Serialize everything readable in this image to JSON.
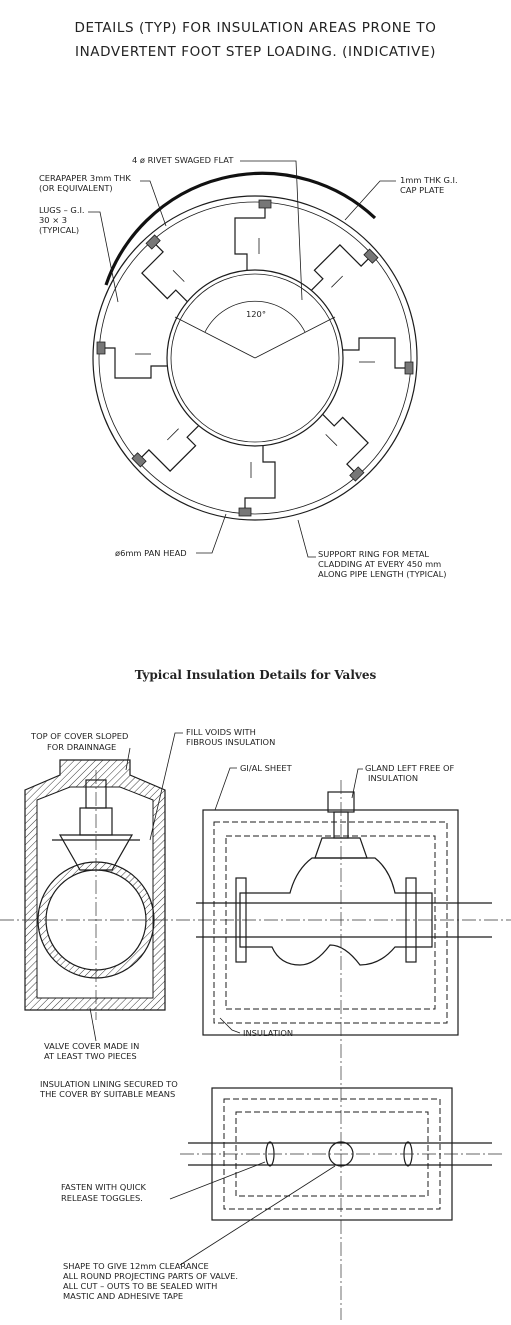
{
  "heading": {
    "line1": "DETAILS (TYP) FOR INSULATION AREAS PRONE TO",
    "line2": "INADVERTENT FOOT STEP LOADING. (INDICATIVE)"
  },
  "section_view": {
    "labels": {
      "rivet": "4 ø RIVET SWAGED FLAT",
      "cerapaper_1": "CERAPAPER 3mm THK",
      "cerapaper_2": "(OR EQUIVALENT)",
      "lugs_1": "LUGS – G.I.",
      "lugs_2": "30 × 3",
      "lugs_3": "(TYPICAL)",
      "cap_1": "1mm THK G.I.",
      "cap_2": "CAP PLATE",
      "angle": "120°",
      "pan_head": "ø6mm PAN HEAD",
      "support_1": "SUPPORT RING FOR METAL",
      "support_2": "CLADDING AT EVERY 450 mm",
      "support_3": "ALONG PIPE LENGTH (TYPICAL)"
    }
  },
  "valve_details": {
    "title": "Typical Insulation Details for Valves",
    "labels": {
      "top_cover_1": "TOP OF COVER SLOPED",
      "top_cover_2": "FOR DRAINNAGE",
      "fill_voids_1": "FILL VOIDS WITH",
      "fill_voids_2": "FIBROUS INSULATION",
      "gi_sheet": "GI/AL SHEET",
      "gland_1": "GLAND LEFT FREE OF",
      "gland_2": "INSULATION",
      "valve_cover_1": "VALVE COVER MADE IN",
      "valve_cover_2": "AT LEAST TWO PIECES",
      "insulation": "INSULATION",
      "lining_1": "INSULATION LINING SECURED TO",
      "lining_2": "THE COVER BY SUITABLE MEANS",
      "fasten_1": "FASTEN WITH QUICK",
      "fasten_2": "RELEASE TOGGLES.",
      "shape_1": "SHAPE TO GIVE 12mm CLEARANCE",
      "shape_2": "ALL ROUND PROJECTING PARTS OF VALVE.",
      "shape_3": "ALL CUT – OUTS TO BE SEALED WITH",
      "shape_4": "MASTIC AND ADHESIVE TAPE"
    }
  }
}
